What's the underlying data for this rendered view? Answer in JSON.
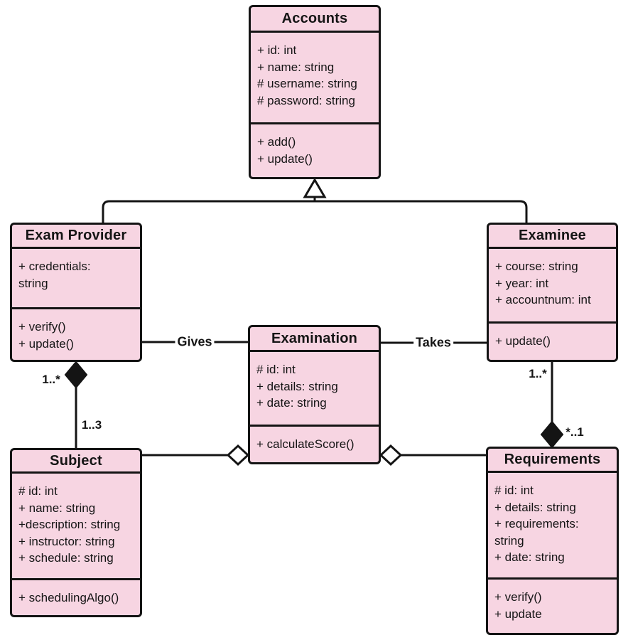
{
  "diagram": {
    "kind": "uml-class-diagram",
    "colors": {
      "class_fill": "#f7d5e2",
      "class_border": "#141414",
      "line": "#141414",
      "background": "#ffffff"
    }
  },
  "classes": {
    "accounts": {
      "name": "Accounts",
      "attributes": [
        "+ id: int",
        "+ name: string",
        "# username: string",
        "# password: string"
      ],
      "methods": [
        "+ add()",
        "+ update()"
      ]
    },
    "exam_provider": {
      "name": "Exam Provider",
      "attributes": [
        "+ credentials: string"
      ],
      "methods": [
        "+ verify()",
        "+ update()"
      ]
    },
    "examinee": {
      "name": "Examinee",
      "attributes": [
        "+ course: string",
        "+ year: int",
        "+ accountnum: int"
      ],
      "methods": [
        "+ update()"
      ]
    },
    "examination": {
      "name": "Examination",
      "attributes": [
        "# id: int",
        "+ details: string",
        "+ date: string"
      ],
      "methods": [
        "+ calculateScore()"
      ]
    },
    "subject": {
      "name": "Subject",
      "attributes": [
        "# id: int",
        "+ name: string",
        "+description: string",
        "+ instructor: string",
        "+ schedule: string"
      ],
      "methods": [
        "+ schedulingAlgo()"
      ]
    },
    "requirements": {
      "name": "Requirements",
      "attributes": [
        "# id: int",
        "+ details: string",
        "+ requirements: string",
        "+ date: string"
      ],
      "methods": [
        "+ verify()",
        "+ update"
      ]
    }
  },
  "relationships": [
    {
      "type": "generalization",
      "from": "Exam Provider",
      "to": "Accounts"
    },
    {
      "type": "generalization",
      "from": "Examinee",
      "to": "Accounts"
    },
    {
      "type": "association",
      "label": "Gives",
      "from": "Exam Provider",
      "to": "Examination"
    },
    {
      "type": "association",
      "label": "Takes",
      "from": "Examinee",
      "to": "Examination"
    },
    {
      "type": "composition",
      "end_a": "Exam Provider",
      "end_a_mult": "1..*",
      "end_b": "Subject",
      "end_b_mult": "1..3"
    },
    {
      "type": "composition",
      "end_a": "Examinee",
      "end_a_mult": "1..*",
      "end_b": "Requirements",
      "end_b_mult": "*..1"
    },
    {
      "type": "aggregation",
      "from": "Subject",
      "to": "Examination"
    },
    {
      "type": "aggregation",
      "from": "Requirements",
      "to": "Examination"
    }
  ]
}
